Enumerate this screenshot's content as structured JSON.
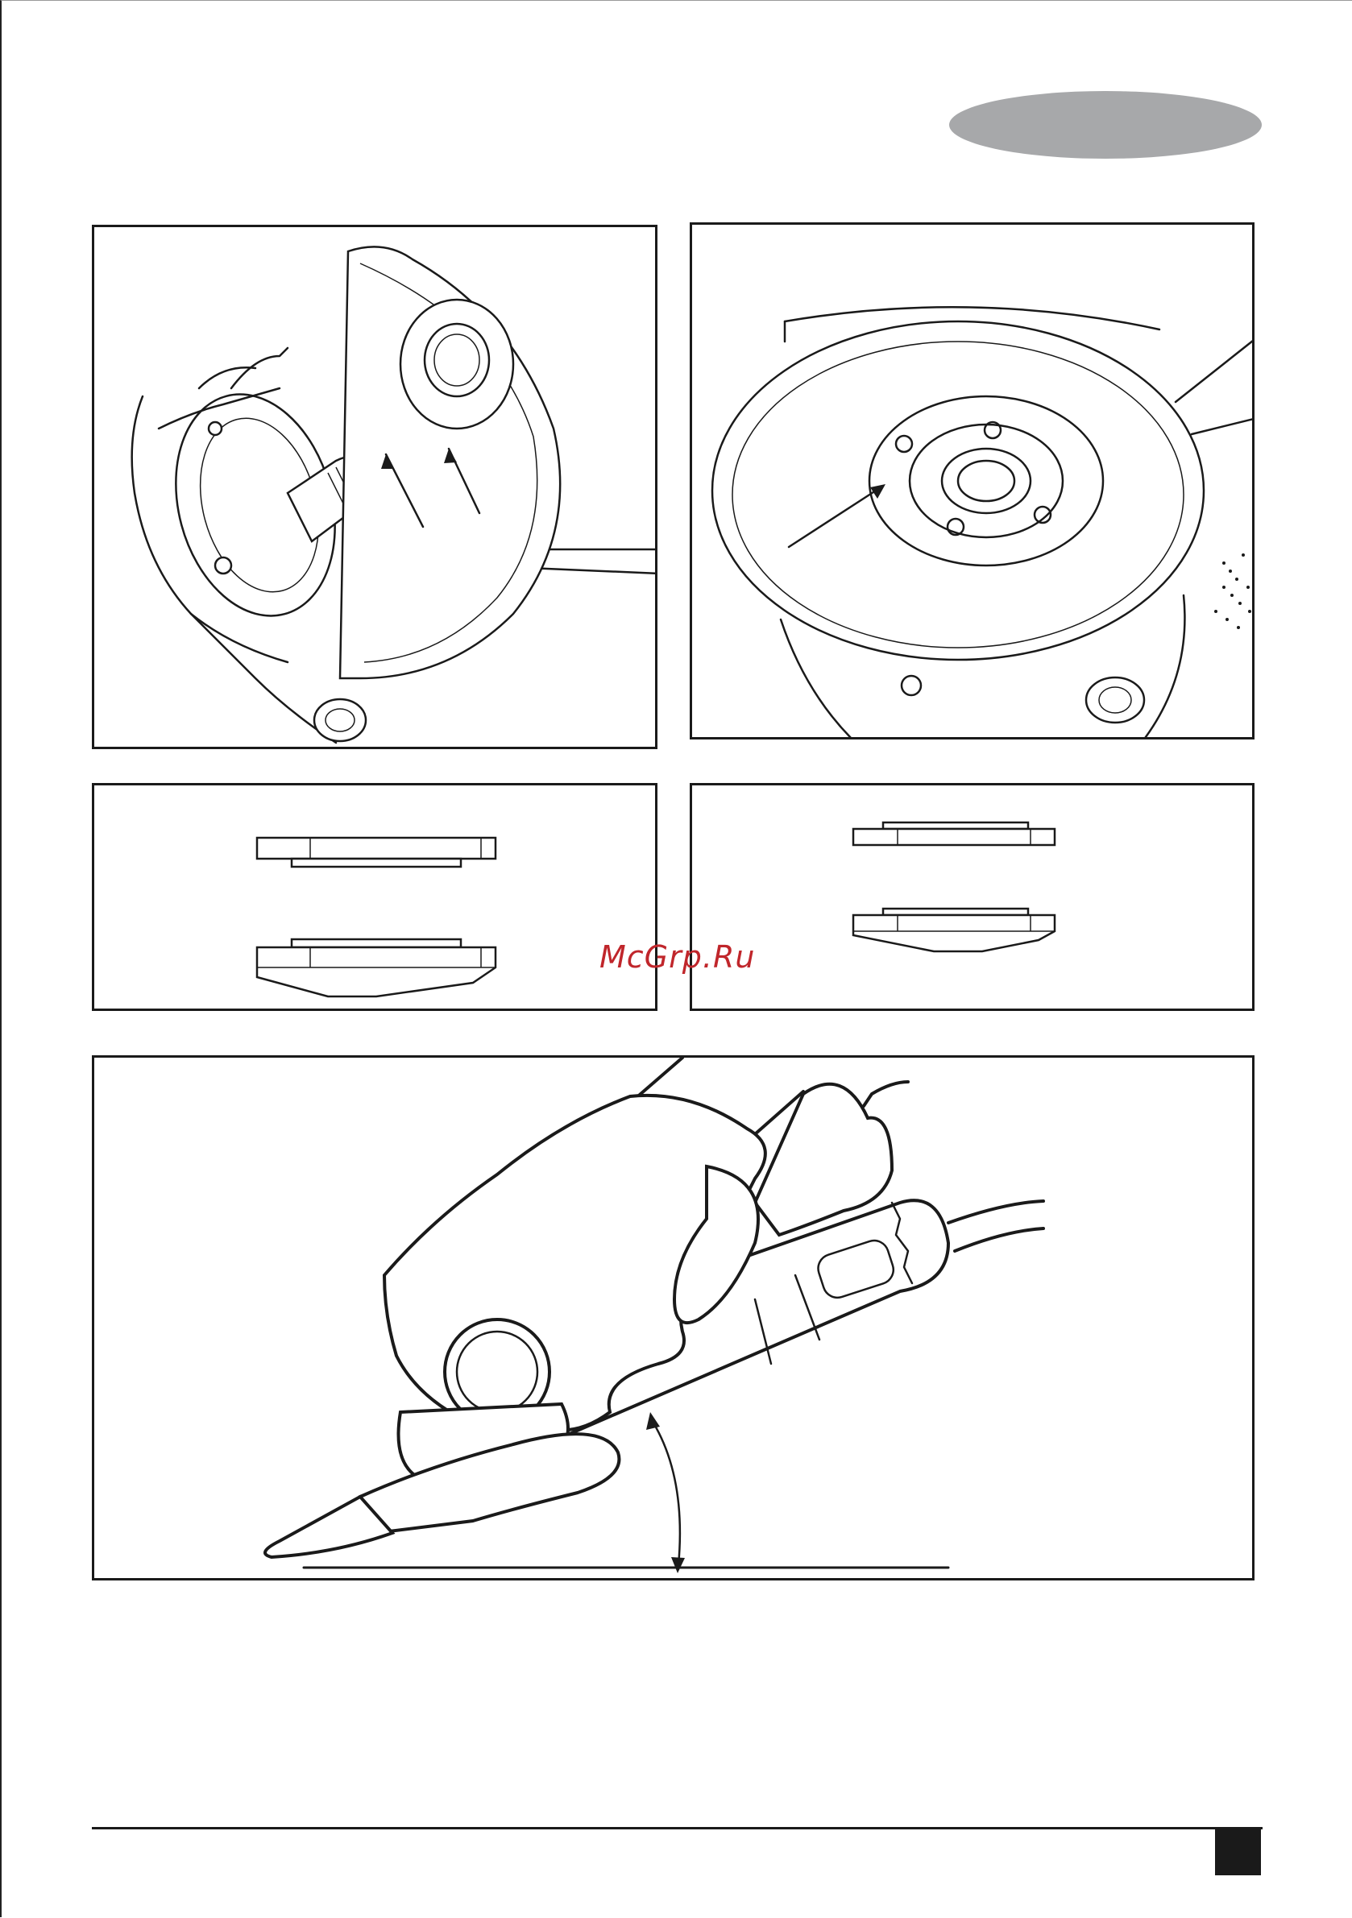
{
  "watermark": "McGrp.Ru",
  "colors": {
    "lang_tab": "#a7a8aa",
    "line": "#1a1a1a",
    "watermark": "#c0262b"
  },
  "figures": [
    {
      "id": "guard-and-spindle",
      "icon": "grinder-guard-spindle"
    },
    {
      "id": "disc-and-flange",
      "icon": "grinder-disc-flange"
    },
    {
      "id": "flange-orientation-a",
      "icon": "flange-profiles"
    },
    {
      "id": "flange-orientation-b",
      "icon": "flange-profiles"
    },
    {
      "id": "grinding-angle",
      "icon": "hands-holding-grinder"
    }
  ]
}
